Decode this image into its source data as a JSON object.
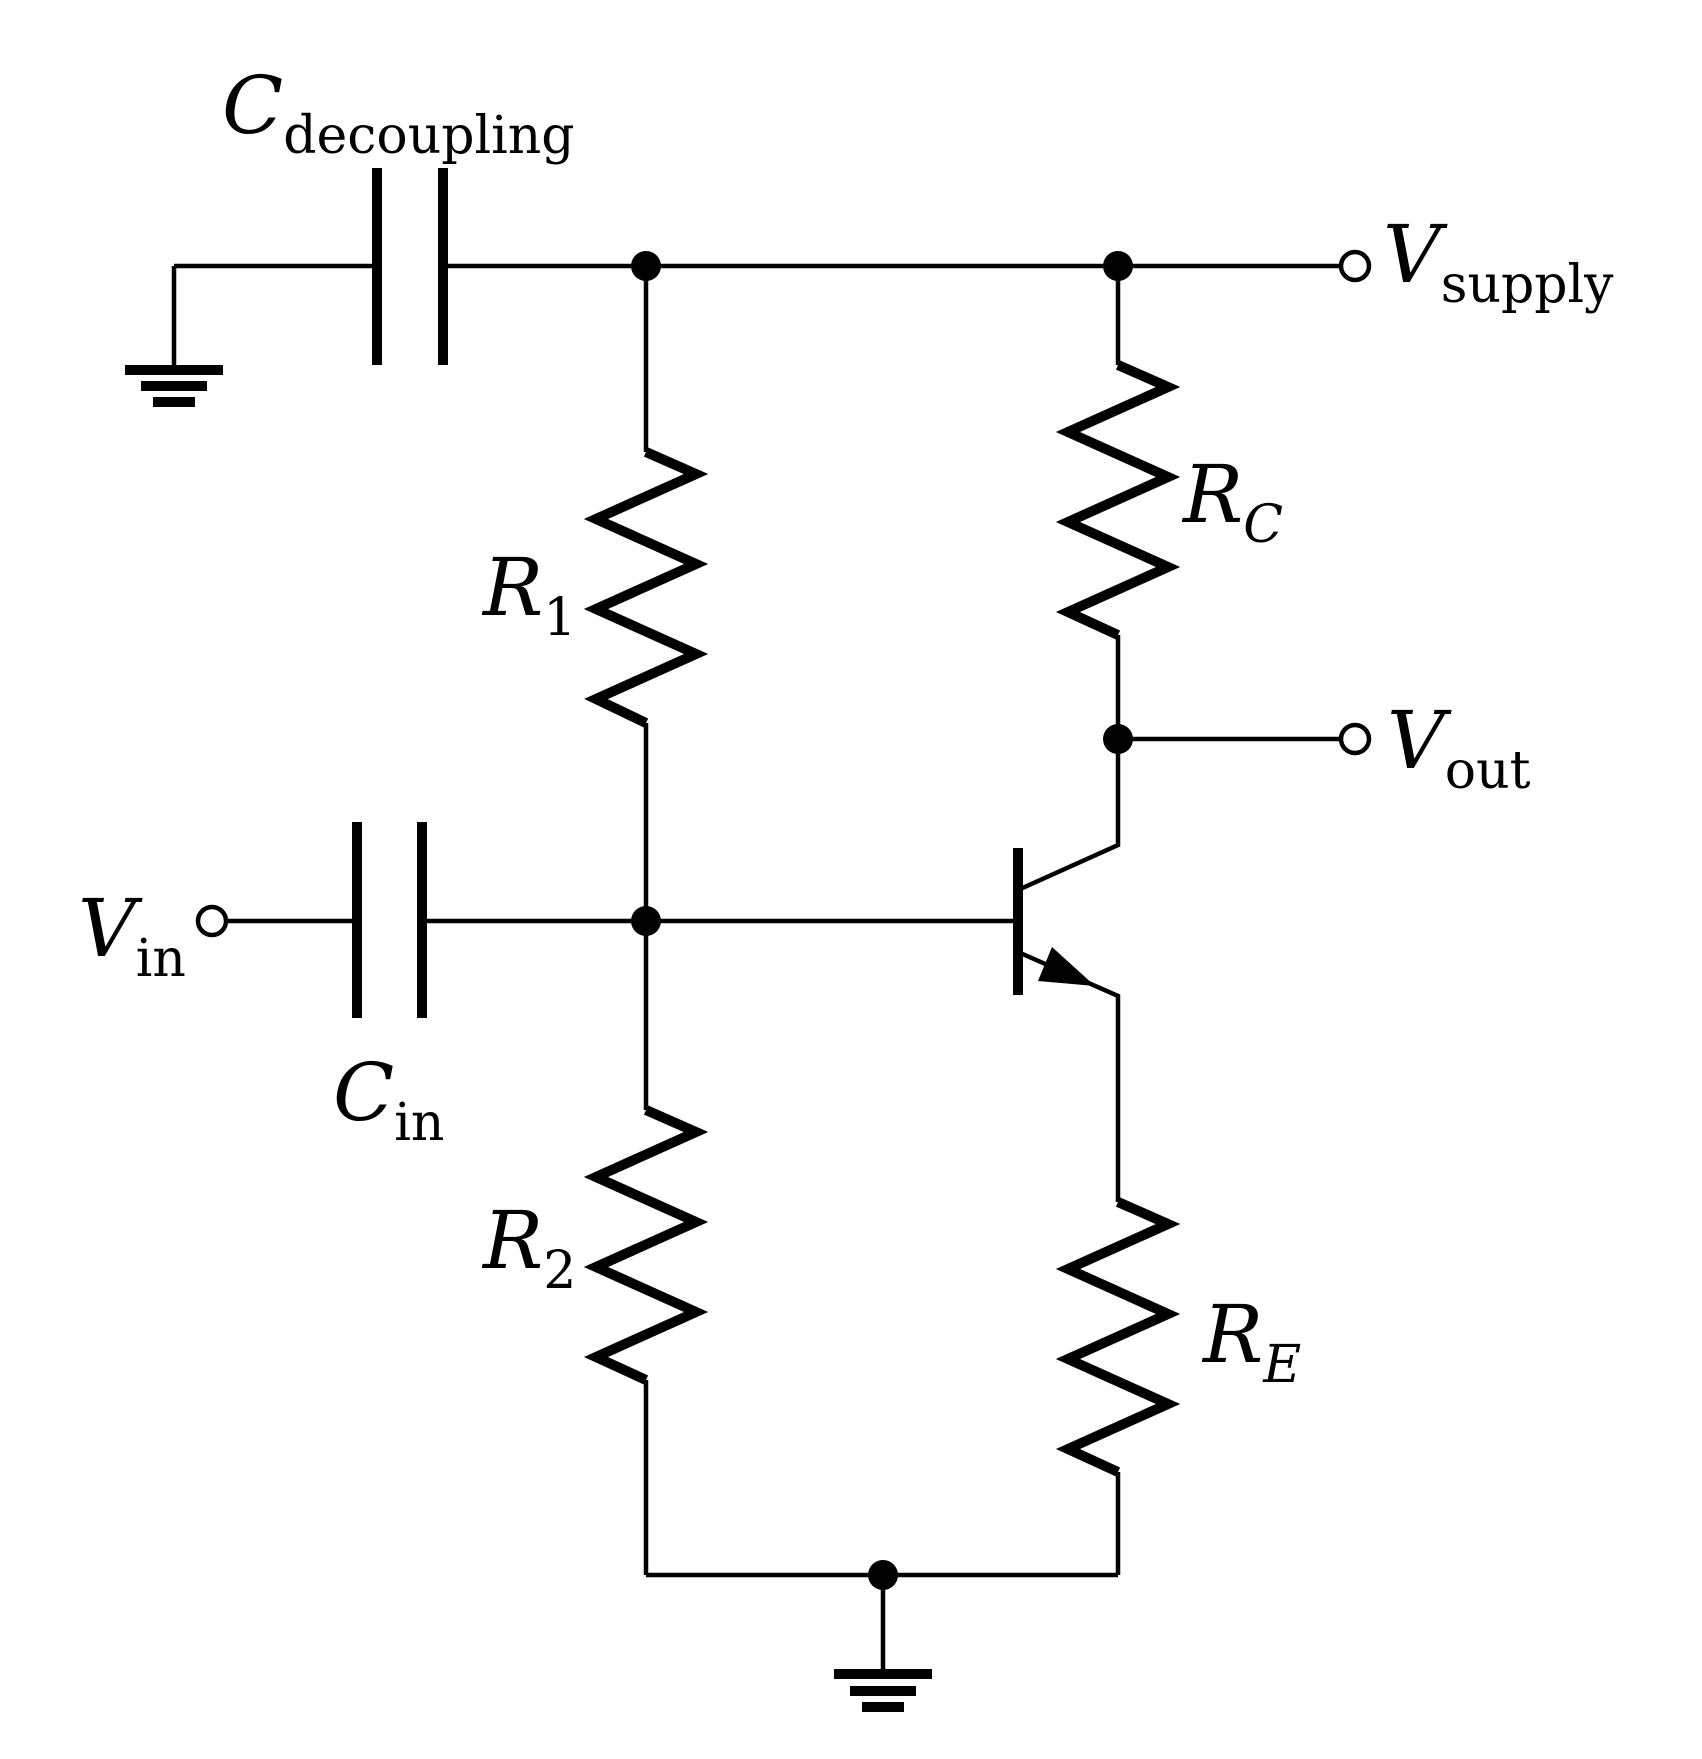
{
  "circuit": {
    "colors": {
      "ink": "#000000",
      "background": "#ffffff"
    },
    "labels": {
      "c_decoupling": {
        "main": "C",
        "sub": "decoupling"
      },
      "v_supply": {
        "main": "V",
        "sub": "supply"
      },
      "r1": {
        "main": "R",
        "sub": "1"
      },
      "rc": {
        "main": "R",
        "sub": "C"
      },
      "v_out": {
        "main": "V",
        "sub": "out"
      },
      "v_in": {
        "main": "V",
        "sub": "in"
      },
      "c_in": {
        "main": "C",
        "sub": "in"
      },
      "r2": {
        "main": "R",
        "sub": "2"
      },
      "re": {
        "main": "R",
        "sub": "E"
      }
    }
  }
}
